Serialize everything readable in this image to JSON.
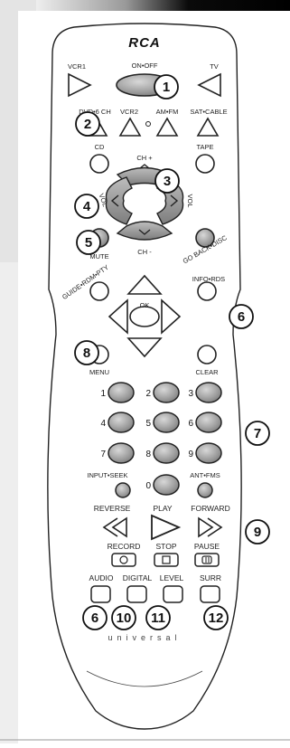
{
  "brand": "RCA",
  "footer": "universal",
  "labels": {
    "vcr1": "VCR1",
    "on_off": "ON•OFF",
    "tv": "TV",
    "dvd": "DVD•6 CH",
    "vcr2": "VCR2",
    "amfm": "AM•FM",
    "satcable": "SAT•CABLE",
    "cd": "CD",
    "tape": "TAPE",
    "ch_plus": "CH +",
    "vol_left": "VOL",
    "vol_right": "VOL",
    "mute": "MUTE",
    "ch_minus": "CH -",
    "goback": "GO BACK•DISC",
    "guide": "GUIDE•RDM•PTY",
    "info": "INFO•RDS",
    "ok": "OK",
    "menu": "MENU",
    "clear": "CLEAR",
    "input": "INPUT•SEEK",
    "ant": "ANT•FMS",
    "reverse": "REVERSE",
    "play": "PLAY",
    "forward": "FORWARD",
    "record": "RECORD",
    "stop": "STOP",
    "pause": "PAUSE",
    "audio": "AUDIO",
    "digital": "DIGITAL",
    "level": "LEVEL",
    "surr": "SURR"
  },
  "digits": [
    "1",
    "2",
    "3",
    "4",
    "5",
    "6",
    "7",
    "8",
    "9",
    "0"
  ],
  "callouts": [
    "1",
    "2",
    "3",
    "4",
    "5",
    "6",
    "7",
    "8",
    "9",
    "6",
    "10",
    "11",
    "12"
  ]
}
